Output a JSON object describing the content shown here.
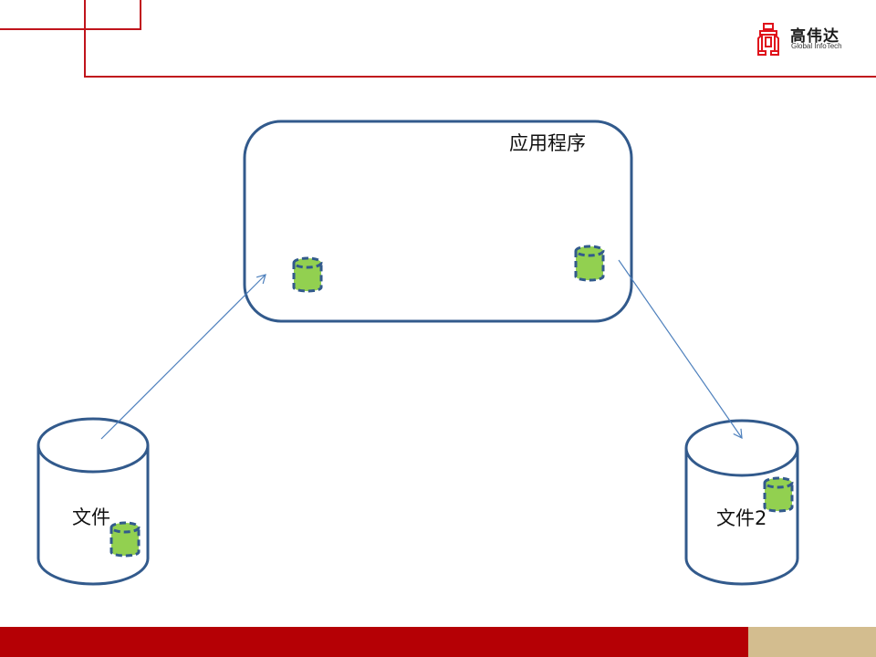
{
  "header": {
    "logo": {
      "icon": "tower-gate-icon",
      "name_cn": "高伟达",
      "name_en": "Global InfoTech",
      "color": "#e0121b"
    },
    "frame_color": "#c0141c"
  },
  "diagram": {
    "application_box": {
      "label": "应用程序",
      "stroke": "#325a8c",
      "data_blocks": 2
    },
    "source_store": {
      "label": "文件",
      "data_blocks": 1
    },
    "target_store": {
      "label": "文件2",
      "data_blocks": 1
    },
    "data_block_fill": "#92d050",
    "data_block_stroke": "#325a8c",
    "arrows": [
      {
        "from": "文件",
        "to": "应用程序",
        "color": "#4f81bd"
      },
      {
        "from": "应用程序",
        "to": "文件2",
        "color": "#4f81bd"
      }
    ]
  },
  "footer": {
    "bar_color": "#b50005",
    "accent_color": "#d3bd8f"
  }
}
